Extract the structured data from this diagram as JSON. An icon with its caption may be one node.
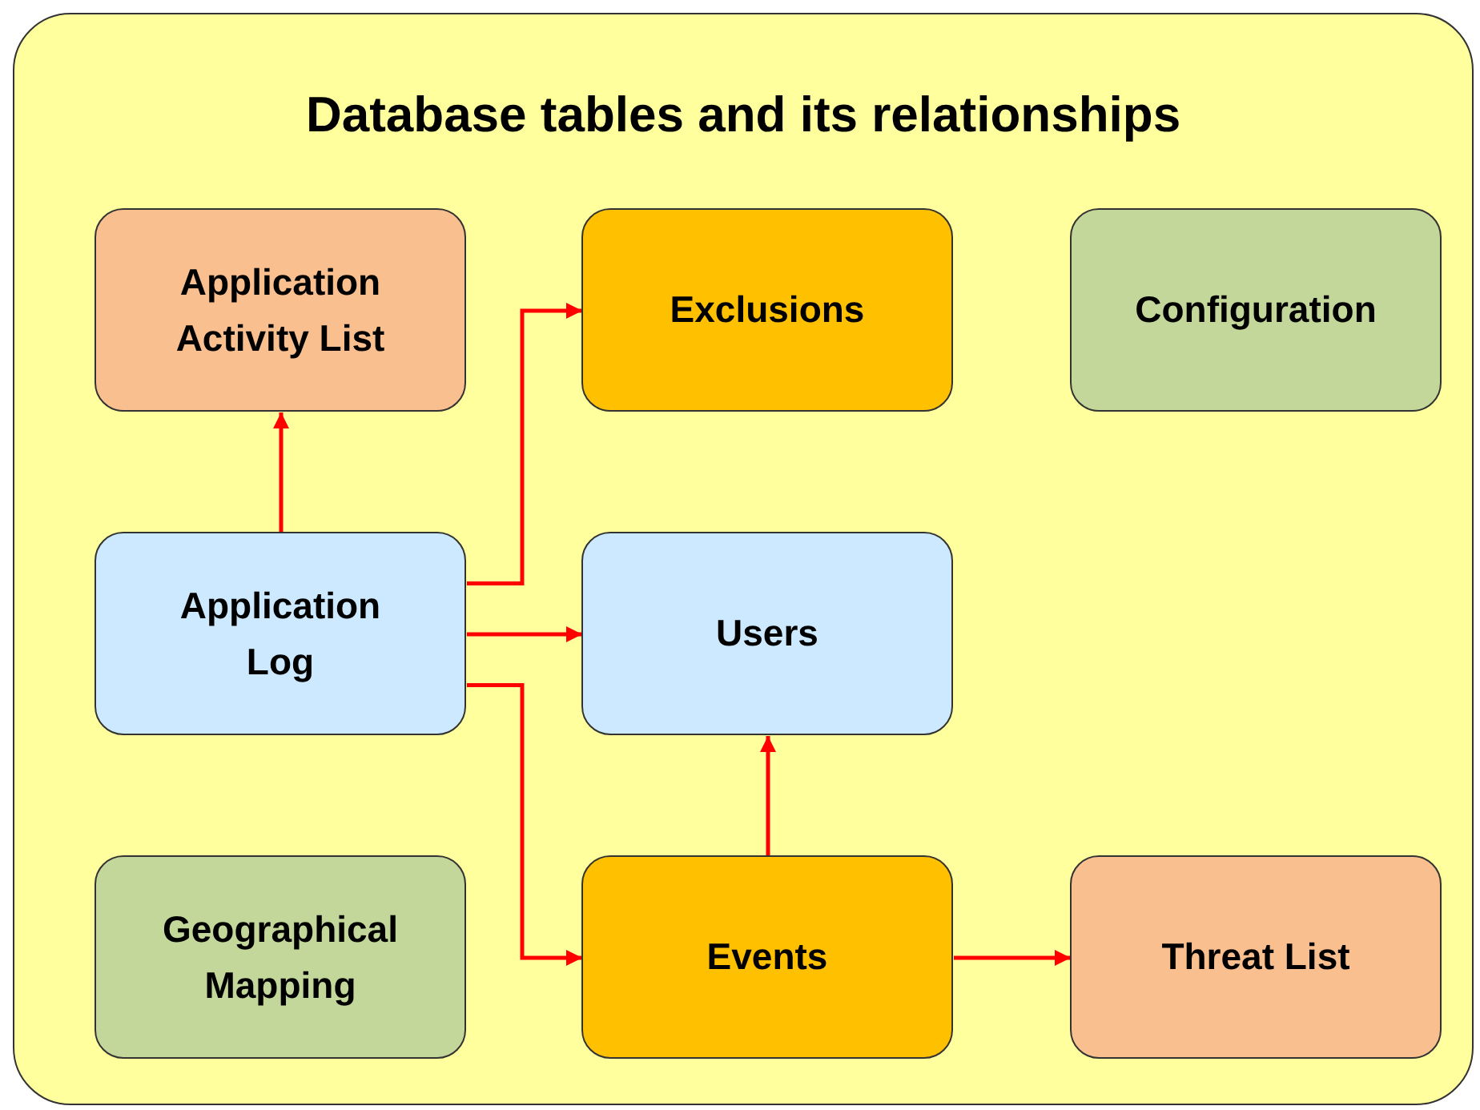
{
  "diagram": {
    "title": "Database tables and its relationships",
    "nodes": [
      {
        "text": [],
        "shape": "box"
      },
      {
        "text": [
          "Application Activity List"
        ],
        "in": 0
      },
      {
        "text": [
          "Exclusions"
        ],
        "in": 0
      },
      {
        "text": [
          "Configuration"
        ],
        "in": 0
      },
      {
        "text": [
          "Application Log"
        ],
        "in": 0
      },
      {
        "text": [
          "Users"
        ],
        "in": 0
      },
      {
        "text": [
          "Geographical Mapping"
        ],
        "in": 0
      },
      {
        "text": [
          "Events"
        ],
        "in": 0
      },
      {
        "text": [
          "Threat List"
        ],
        "in": 0
      }
    ],
    "edges": [
      {
        "from": 4,
        "to": 1,
        "arrow": "to"
      },
      {
        "from": 4,
        "to": 2,
        "arrow": "to"
      },
      {
        "from": 4,
        "to": 5,
        "arrow": "to"
      },
      {
        "from": 4,
        "to": 7,
        "arrow": "to"
      },
      {
        "from": 7,
        "to": 5,
        "arrow": "to"
      },
      {
        "from": 7,
        "to": 8,
        "arrow": "to"
      }
    ]
  }
}
